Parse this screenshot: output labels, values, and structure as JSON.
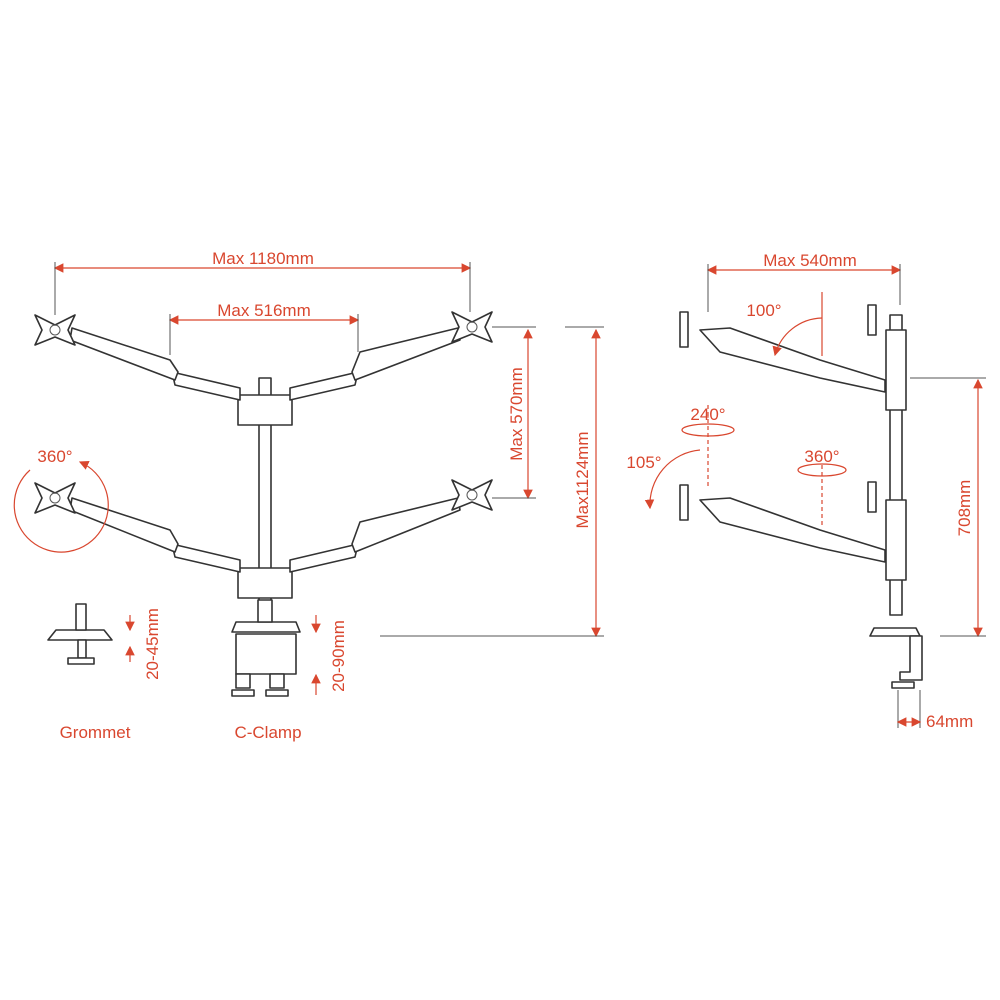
{
  "accent_color": "#d9472f",
  "line_color": "#333333",
  "front_view": {
    "width_label": "Max 1180mm",
    "arm_span_label": "Max 516mm",
    "vertical_spacing_label": "Max 570mm",
    "height_label": "Max1124mm",
    "rotation_label": "360°"
  },
  "mounts": {
    "grommet": {
      "label": "Grommet",
      "thickness_label": "20-45mm"
    },
    "c_clamp": {
      "label": "C-Clamp",
      "thickness_label": "20-90mm"
    }
  },
  "side_view": {
    "depth_label": "Max 540mm",
    "tilt_label": "100°",
    "swivel_label": "240°",
    "tilt_lower_label": "105°",
    "rotation_label": "360°",
    "height_label": "708mm",
    "clamp_offset_label": "64mm"
  }
}
